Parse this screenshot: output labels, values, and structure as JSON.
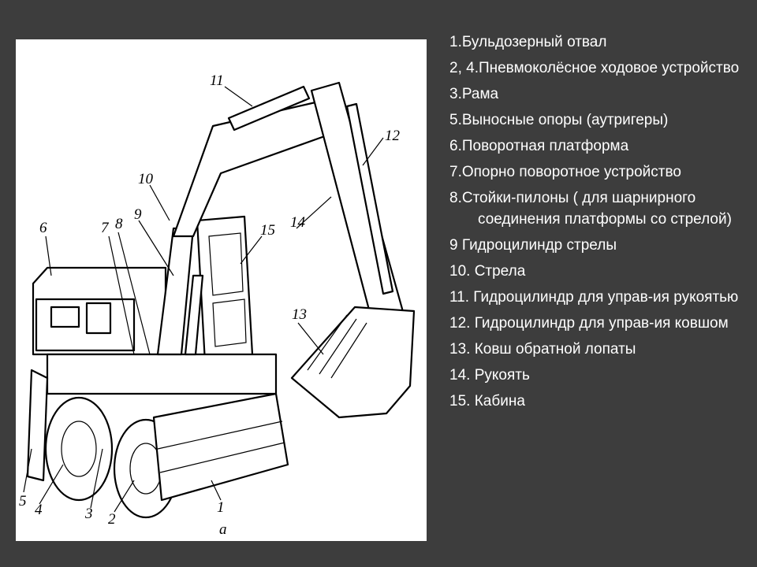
{
  "diagram": {
    "figure_caption": "a",
    "callout_labels": [
      "1",
      "2",
      "3",
      "4",
      "5",
      "6",
      "7",
      "8",
      "9",
      "10",
      "11",
      "12",
      "13",
      "14",
      "15",
      "a"
    ]
  },
  "legend": [
    "1.Бульдозерный отвал",
    "2, 4.Пневмоколёсное ходовое устройство",
    "3.Рама",
    "5.Выносные опоры (аутригеры)",
    "6.Поворотная платформа",
    "7.Опорно поворотное устройство",
    "8.Стойки-пилоны ( для шарнирного соединения платформы со стрелой)",
    "9 Гидроцилиндр стрелы",
    "10. Стрела",
    "11. Гидроцилиндр для управ-ия рукоятью",
    "12. Гидроцилиндр для управ-ия ковшом",
    "13. Ковш обратной лопаты",
    "14. Рукоять",
    "15. Кабина"
  ]
}
